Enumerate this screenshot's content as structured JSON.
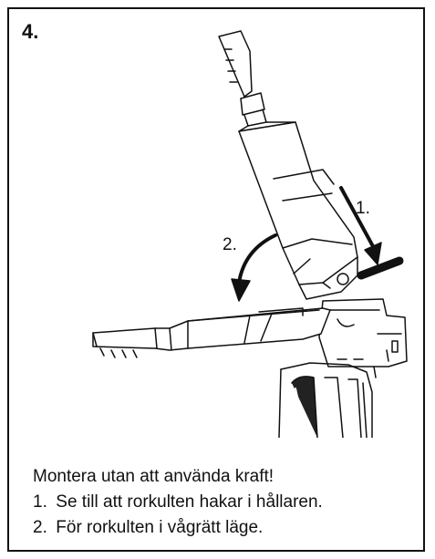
{
  "step": {
    "number": "4."
  },
  "illustration": {
    "callout_1": "1.",
    "callout_2": "2."
  },
  "instructions": {
    "heading": "Montera utan att använda kraft!",
    "items": [
      {
        "num": "1.",
        "text": "Se till att rorkulten hakar i hållaren."
      },
      {
        "num": "2.",
        "text": "För rorkulten i vågrätt läge."
      }
    ]
  }
}
